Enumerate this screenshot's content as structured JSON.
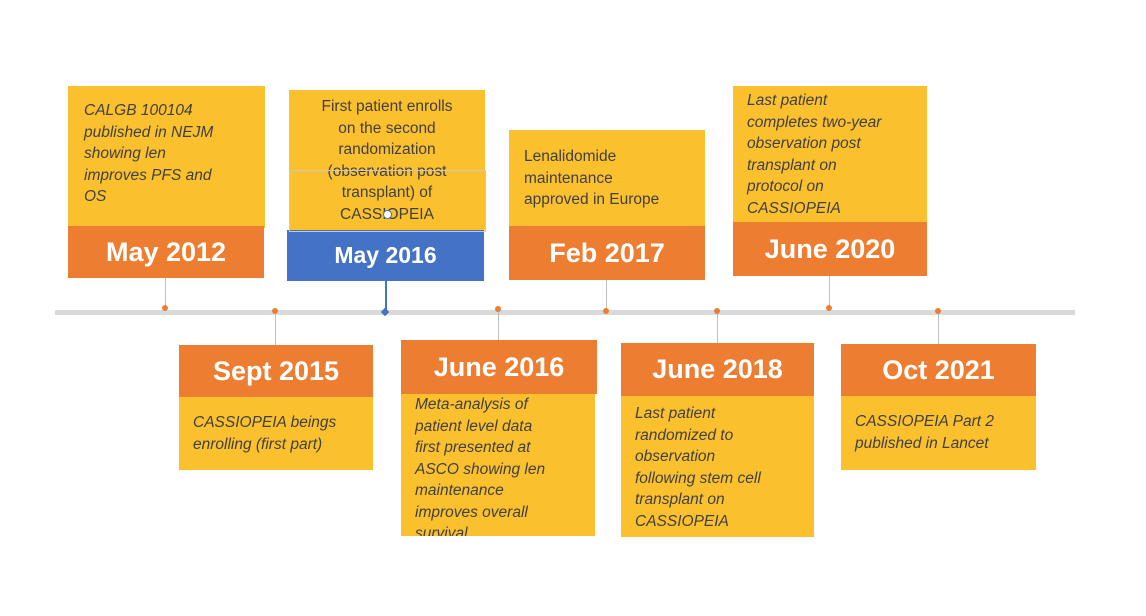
{
  "timeline": {
    "events": [
      {
        "date": "May 2012",
        "text": "CALGB 100104\npublished in NEJM\nshowing len\nimproves PFS and\nOS"
      },
      {
        "date": "Sept 2015",
        "text": "CASSIOPEIA beings\nenrolling (first part)"
      },
      {
        "date": "May 2016",
        "text": "First patient enrolls\non the second\nrandomization\n(observation post\ntransplant) of\nCASSIOPEIA"
      },
      {
        "date": "June 2016",
        "text": "Meta-analysis of\npatient level data\nfirst presented at\nASCO showing len\nmaintenance\nimproves overall\nsurvival"
      },
      {
        "date": "Feb 2017",
        "text": "Lenalidomide\nmaintenance\napproved in Europe"
      },
      {
        "date": "June 2018",
        "text": "Last patient\nrandomized to\nobservation\nfollowing stem cell\ntransplant on\nCASSIOPEIA"
      },
      {
        "date": "June 2020",
        "text": "Last patient\ncompletes two-year\nobservation post\ntransplant on\nprotocol on\nCASSIOPEIA"
      },
      {
        "date": "Oct 2021",
        "text": "CASSIOPEIA Part 2\npublished in Lancet"
      }
    ]
  },
  "colors": {
    "box_fill": "#fbc02d",
    "date_fill": "#ed7d31",
    "selected_date_fill": "#4472c4",
    "axis": "#d9d9d9",
    "text": "#404040"
  }
}
